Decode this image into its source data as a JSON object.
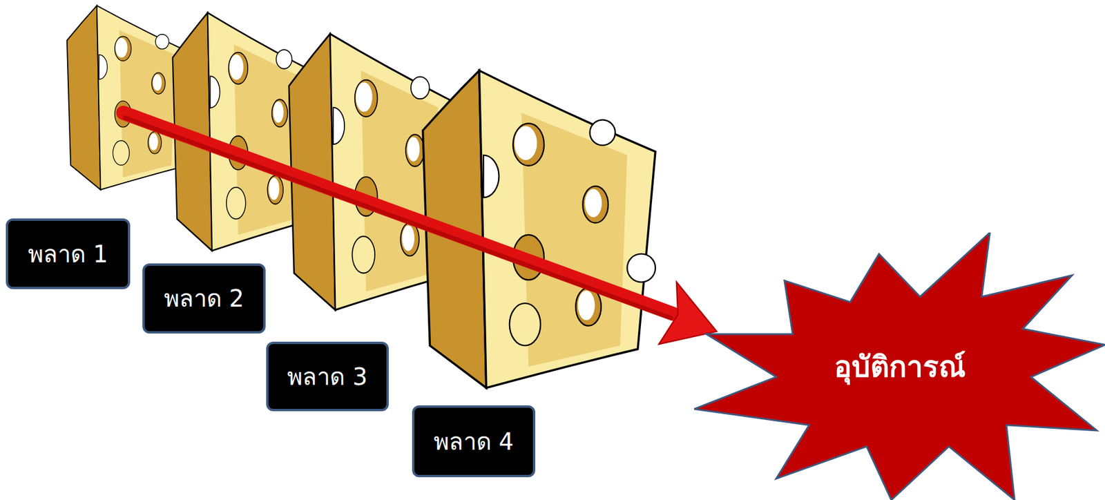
{
  "diagram": {
    "nodes": [
      {
        "text": [
          "พลาด 1"
        ]
      },
      {
        "text": [
          "พลาด 2"
        ]
      },
      {
        "text": [
          "พลาด 3"
        ]
      },
      {
        "text": [
          "พลาด 4"
        ]
      },
      {
        "text": [
          "อุบัติการณ์"
        ]
      }
    ]
  }
}
